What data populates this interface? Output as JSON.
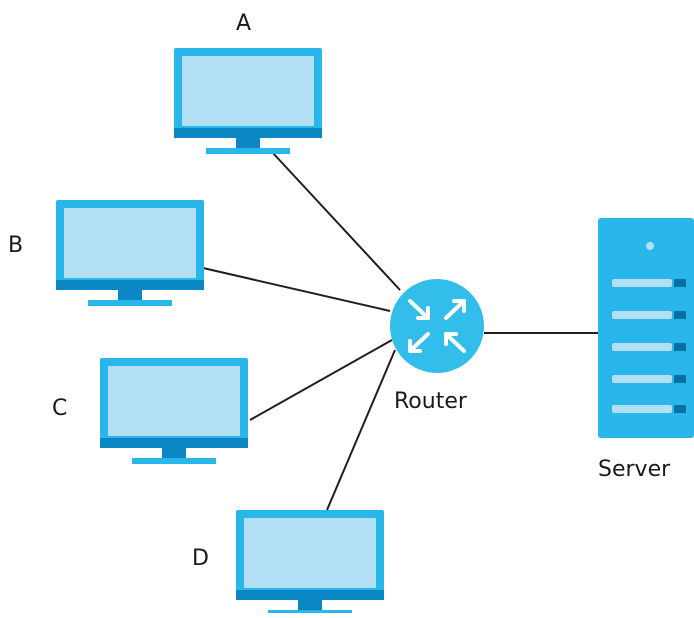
{
  "diagram": {
    "computers": [
      {
        "id": "A",
        "label": "A"
      },
      {
        "id": "B",
        "label": "B"
      },
      {
        "id": "C",
        "label": "C"
      },
      {
        "id": "D",
        "label": "D"
      }
    ],
    "router": {
      "label": "Router"
    },
    "server": {
      "label": "Server"
    }
  },
  "colors": {
    "monitor_frame": "#29b6e8",
    "monitor_screen": "#b3dff5",
    "monitor_base": "#0b87c4",
    "router_fill": "#33bdeb",
    "server_fill": "#29b6e8",
    "server_slot": "#b3dff5",
    "server_led": "#0b6fa6",
    "line": "#1f1f1f"
  }
}
